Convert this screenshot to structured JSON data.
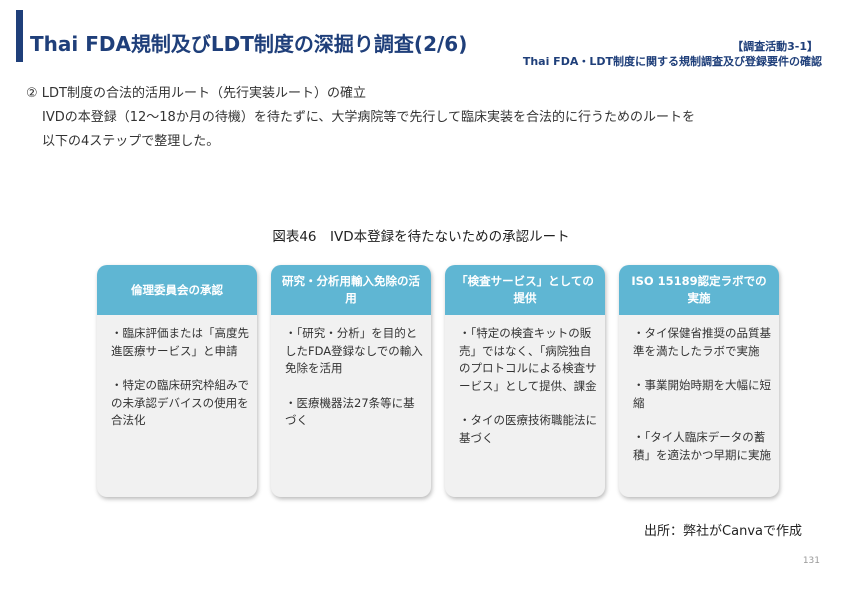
{
  "header": {
    "title": "Thai FDA規制及びLDT制度の深掘り調査(2/6)",
    "tag": "【調査活動3-1】",
    "subtitle": "Thai FDA・LDT制度に関する規制調査及び登録要件の確認"
  },
  "intro": {
    "heading": "② LDT制度の合法的活用ルート（先行実装ルート）の確立",
    "line1": "IVDの本登録（12〜18か月の待機）を待たずに、大学病院等で先行して臨床実装を合法的に行うためのルートを",
    "line2": "以下の4ステップで整理した。"
  },
  "figure": {
    "caption": "図表46　IVD本登録を待たないための承認ルート"
  },
  "cards": [
    {
      "header": "倫理委員会の承認",
      "items": [
        "・臨床評価または「高度先進医療サービス」と申請",
        "・特定の臨床研究枠組みでの未承認デバイスの使用を合法化"
      ]
    },
    {
      "header": "研究・分析用輸入免除の活用",
      "items": [
        "・「研究・分析」を目的としたFDA登録なしでの輸入免除を活用",
        "・医療機器法27条等に基づく"
      ]
    },
    {
      "header": "「検査サービス」としての提供",
      "items": [
        "・「特定の検査キットの販売」ではなく、「病院独自のプロトコルによる検査サービス」として提供、課金",
        "・タイの医療技術職能法に基づく"
      ]
    },
    {
      "header": "ISO 15189認定ラボでの実施",
      "items": [
        "・タイ保健省推奨の品質基準を満たしたラボで実施",
        "・事業開始時期を大幅に短縮",
        "・「タイ人臨床データの蓄積」を適法かつ早期に実施"
      ]
    }
  ],
  "footer": {
    "source": "出所：弊社がCanvaで作成",
    "page_number": "131"
  }
}
